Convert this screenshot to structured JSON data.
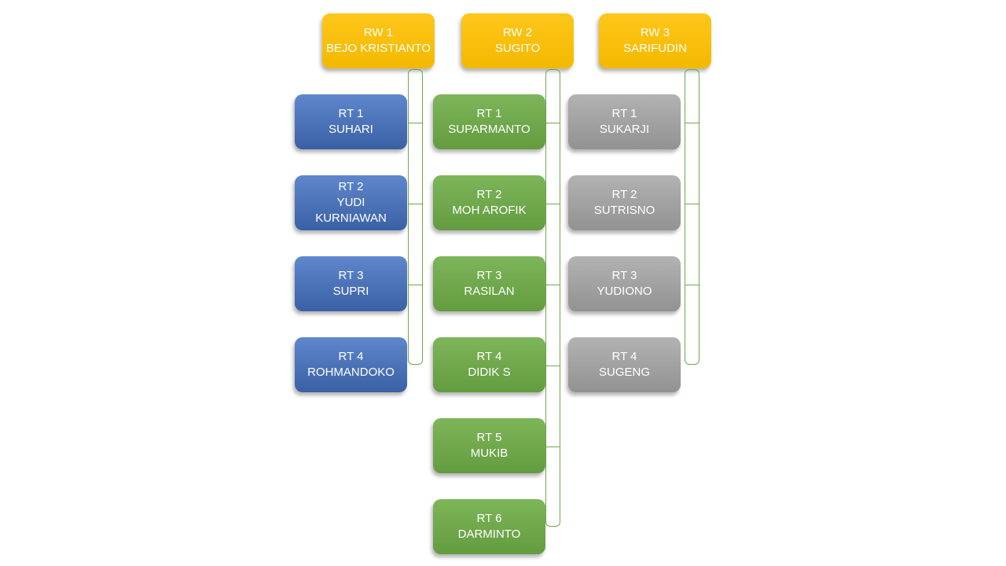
{
  "colors": {
    "gold": "#fec000",
    "blue": "#4573c4",
    "green": "#6fad47",
    "gray": "#a6a6a6",
    "connector": "#6fa84c",
    "text": "#ffffff"
  },
  "org_chart": {
    "groups": [
      {
        "unit": "RW 1",
        "leader": {
          "lines": [
            "RW 1",
            "BEJO KRISTIANTO"
          ]
        },
        "children": [
          {
            "lines": [
              "RT 1",
              "SUHARI"
            ]
          },
          {
            "lines": [
              "RT 2",
              "YUDI",
              "KURNIAWAN"
            ]
          },
          {
            "lines": [
              "RT 3",
              "SUPRI"
            ]
          },
          {
            "lines": [
              "RT 4",
              "ROHMANDOKO"
            ]
          }
        ]
      },
      {
        "unit": "RW 2",
        "leader": {
          "lines": [
            "RW 2",
            "SUGITO"
          ]
        },
        "children": [
          {
            "lines": [
              "RT 1",
              "SUPARMANTO"
            ]
          },
          {
            "lines": [
              "RT 2",
              "MOH AROFIK"
            ]
          },
          {
            "lines": [
              "RT 3",
              "RASILAN"
            ]
          },
          {
            "lines": [
              "RT 4",
              "DIDIK S"
            ]
          },
          {
            "lines": [
              "RT 5",
              "MUKIB"
            ]
          },
          {
            "lines": [
              "RT 6",
              "DARMINTO"
            ]
          }
        ]
      },
      {
        "unit": "RW 3",
        "leader": {
          "lines": [
            "RW 3",
            "SARIFUDIN"
          ]
        },
        "children": [
          {
            "lines": [
              "RT 1",
              "SUKARJI"
            ]
          },
          {
            "lines": [
              "RT 2",
              "SUTRISNO"
            ]
          },
          {
            "lines": [
              "RT 3",
              "YUDIONO"
            ]
          },
          {
            "lines": [
              "RT 4",
              "SUGENG"
            ]
          }
        ]
      }
    ]
  }
}
